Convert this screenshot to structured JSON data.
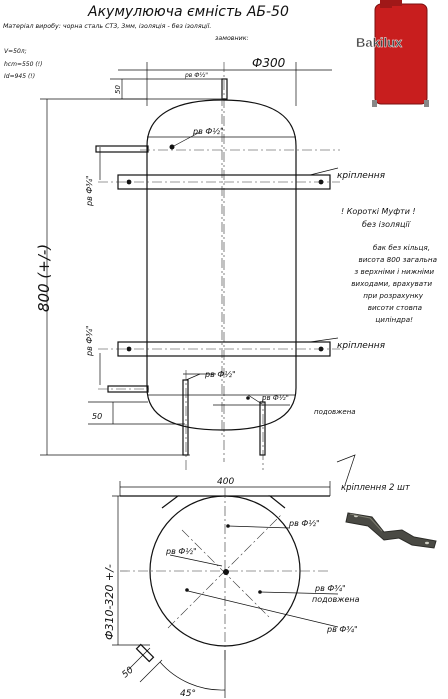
{
  "title": "Акумулююча ємність АБ-50",
  "material": "Матеріал виробу: чорна сталь СТ3, 3мм, ізоляція - без ізоляції.",
  "customer": "замовник:",
  "specs": [
    "V=50л;",
    "hcm=550 (!)",
    "Id=945 (!)"
  ],
  "logo": "Bakilux",
  "dims": {
    "top_diameter": "Ф300",
    "nozzle_offset_top": "50",
    "pipe_top": "рв Ф½\"",
    "nozzle_side_top": "рв Ф½\"",
    "height_total": "800 (+/-)",
    "side_bottom_offset": "50",
    "bottom_width": "400",
    "base_diameter": "Ф310-320 +/-",
    "base_offset": "50",
    "angle": "45°"
  },
  "side_view_labels": {
    "mount_1": "кріплення",
    "mount_2": "кріплення",
    "pipe_side_upper": "рв Ф¾\"",
    "pipe_side_lower": "рв Ф¾\"",
    "pipe_inner_1": "рв Ф½\"",
    "pipe_inner_2": "рв Ф½\"",
    "extended": "подовжена"
  },
  "notes": {
    "short_fittings": [
      "! Короткі Муфти !",
      "без ізоляції"
    ],
    "tank_note": [
      "бак без кільця,",
      "висота 800 загальна",
      "з верхніми і нижніми",
      "виходами, врахувати",
      "при розрахунку",
      "висоти стовпа",
      "циліндра!"
    ]
  },
  "top_view_labels": {
    "mount_count": "кріплення 2 шт",
    "pipe_a": "рв Ф½\"",
    "pipe_b": "рв Ф½\"",
    "pipe_c": "рв Ф¾\"",
    "pipe_c_note": "подовжена",
    "pipe_d": "рв Ф¾\""
  }
}
